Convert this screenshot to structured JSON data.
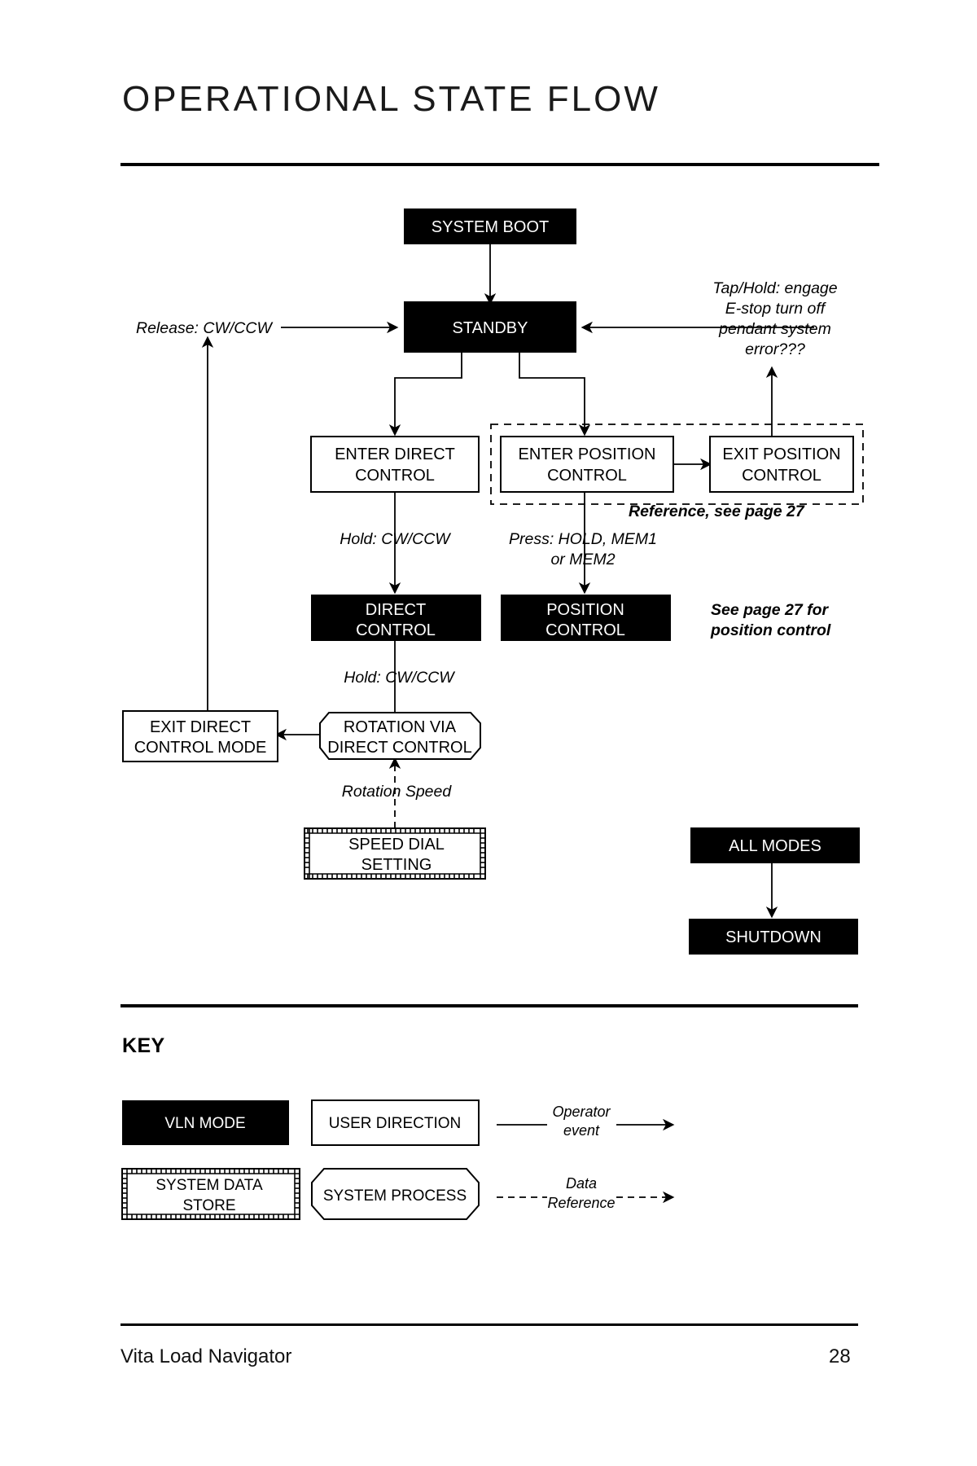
{
  "header": {
    "title": "OPERATIONAL STATE FLOW"
  },
  "footer": {
    "doc_name": "Vita Load Navigator",
    "page_number": "28"
  },
  "key": {
    "heading": "KEY",
    "items": [
      {
        "label": "VLN MODE",
        "shape": "filled-rect"
      },
      {
        "label": "USER DIRECTION",
        "shape": "outline-rect"
      },
      {
        "label": "SYSTEM DATA STORE",
        "shape": "data-store",
        "line1": "SYSTEM DATA",
        "line2": "STORE"
      },
      {
        "label": "SYSTEM PROCESS",
        "shape": "octagon"
      }
    ],
    "legend_arrows": [
      {
        "label_line1": "Operator",
        "label_line2": "event",
        "style": "solid"
      },
      {
        "label_line1": "Data",
        "label_line2": "Reference",
        "style": "dashed"
      }
    ]
  },
  "chart_data": {
    "type": "diagram",
    "title": "OPERATIONAL STATE FLOW",
    "nodes": [
      {
        "id": "system_boot",
        "label": "SYSTEM BOOT",
        "shape": "filled-rect"
      },
      {
        "id": "standby",
        "label": "STANDBY",
        "shape": "filled-rect"
      },
      {
        "id": "enter_direct",
        "label_line1": "ENTER DIRECT",
        "label_line2": "CONTROL",
        "shape": "outline-rect"
      },
      {
        "id": "enter_position",
        "label_line1": "ENTER POSITION",
        "label_line2": "CONTROL",
        "shape": "outline-rect"
      },
      {
        "id": "exit_position",
        "label_line1": "EXIT POSITION",
        "label_line2": "CONTROL",
        "shape": "outline-rect"
      },
      {
        "id": "direct_control",
        "label_line1": "DIRECT",
        "label_line2": "CONTROL",
        "shape": "filled-rect"
      },
      {
        "id": "position_control",
        "label_line1": "POSITION",
        "label_line2": "CONTROL",
        "shape": "filled-rect"
      },
      {
        "id": "exit_direct_mode",
        "label_line1": "EXIT DIRECT",
        "label_line2": "CONTROL MODE",
        "shape": "outline-rect"
      },
      {
        "id": "rotation_direct",
        "label_line1": "ROTATION VIA",
        "label_line2": "DIRECT CONTROL",
        "shape": "octagon"
      },
      {
        "id": "speed_dial",
        "label_line1": "SPEED DIAL",
        "label_line2": "SETTING",
        "shape": "data-store"
      },
      {
        "id": "all_modes",
        "label": "ALL MODES",
        "shape": "filled-rect"
      },
      {
        "id": "shutdown",
        "label": "SHUTDOWN",
        "shape": "filled-rect"
      }
    ],
    "edge_labels": [
      {
        "id": "release_cwccw",
        "text": "Release: CW/CCW"
      },
      {
        "id": "hold_cwccw_1",
        "text": "Hold: CW/CCW"
      },
      {
        "id": "hold_cwccw_2",
        "text": "Hold: CW/CCW"
      },
      {
        "id": "press_hold_mem",
        "line1": "Press: HOLD, MEM1",
        "line2": "or MEM2"
      },
      {
        "id": "rotation_speed",
        "text": "Rotation Speed"
      },
      {
        "id": "tap_hold",
        "line1": "Tap/Hold: engage",
        "line2": "E-stop turn off",
        "line3": "pendant system",
        "line4": "error???"
      }
    ],
    "annotations": [
      {
        "id": "reference_note",
        "text": "Reference, see page 27"
      },
      {
        "id": "position_note",
        "line1": "See page 27 for",
        "line2": "position control"
      }
    ],
    "groups": [
      {
        "id": "position_group",
        "style": "dashed",
        "contains": [
          "enter_position",
          "exit_position"
        ]
      }
    ]
  }
}
